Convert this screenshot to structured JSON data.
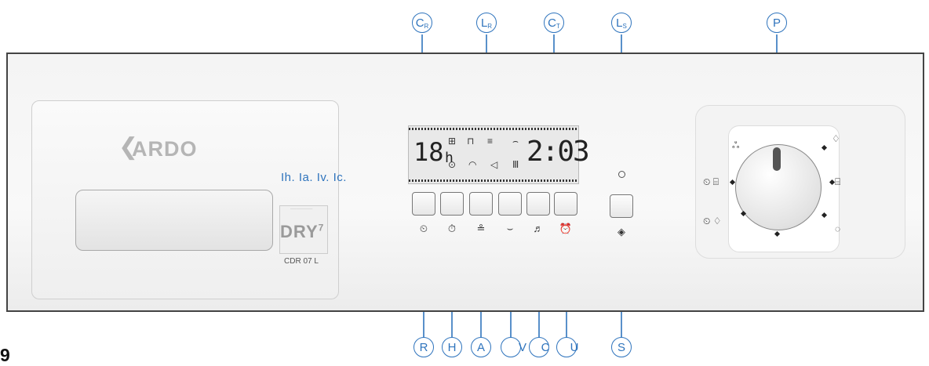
{
  "figure": {
    "number": "9"
  },
  "brand": {
    "logo_text": "ARDO",
    "dry_badge": "DRY",
    "dry_badge_superscript": "7",
    "model": "CDR 07 L"
  },
  "display": {
    "left_digits": "18",
    "left_unit": "h",
    "right_digits": "2:03",
    "top_icons": [
      "upper-bracket-icon",
      "cabinet-icon",
      "hanger-bar-icon",
      "wave-icon"
    ],
    "bottom_icons": [
      "clock-icon",
      "shirt-icon",
      "iron-icon",
      "towel-icon"
    ]
  },
  "annotation_text": "Ih. Ia. Iv. Ic.",
  "callouts_top": [
    {
      "letter": "C",
      "sub": "R"
    },
    {
      "letter": "L",
      "sub": "R"
    },
    {
      "letter": "C",
      "sub": "T"
    },
    {
      "letter": "L",
      "sub": "S"
    },
    {
      "letter": "P",
      "sub": ""
    }
  ],
  "callouts_bottom": [
    {
      "letter": "R"
    },
    {
      "letter": "H"
    },
    {
      "letter": "A"
    },
    {
      "letter": "V"
    },
    {
      "letter": "C"
    },
    {
      "letter": "U"
    },
    {
      "letter": "S"
    }
  ],
  "buttons": [
    {
      "symbol": "⏲",
      "icon": "timer-icon"
    },
    {
      "symbol": "⏱",
      "icon": "delay-icon"
    },
    {
      "symbol": "≗",
      "icon": "iron-icon"
    },
    {
      "symbol": "⌣",
      "icon": "gentle-icon"
    },
    {
      "symbol": "♬",
      "icon": "buzzer-icon"
    },
    {
      "symbol": "⏰",
      "icon": "alarm-icon"
    }
  ],
  "start_button": {
    "symbol": "◈",
    "icon": "start-icon"
  },
  "dial_icons": {
    "left_top": "⏲ ⌸",
    "left_bottom": "⏲ ♢",
    "right_top": "♢",
    "right_mid": "⌸",
    "right_bottom": "◌",
    "top_left": "ஃ"
  },
  "colors": {
    "callout": "#2f74bd",
    "panel_border": "#444444"
  }
}
